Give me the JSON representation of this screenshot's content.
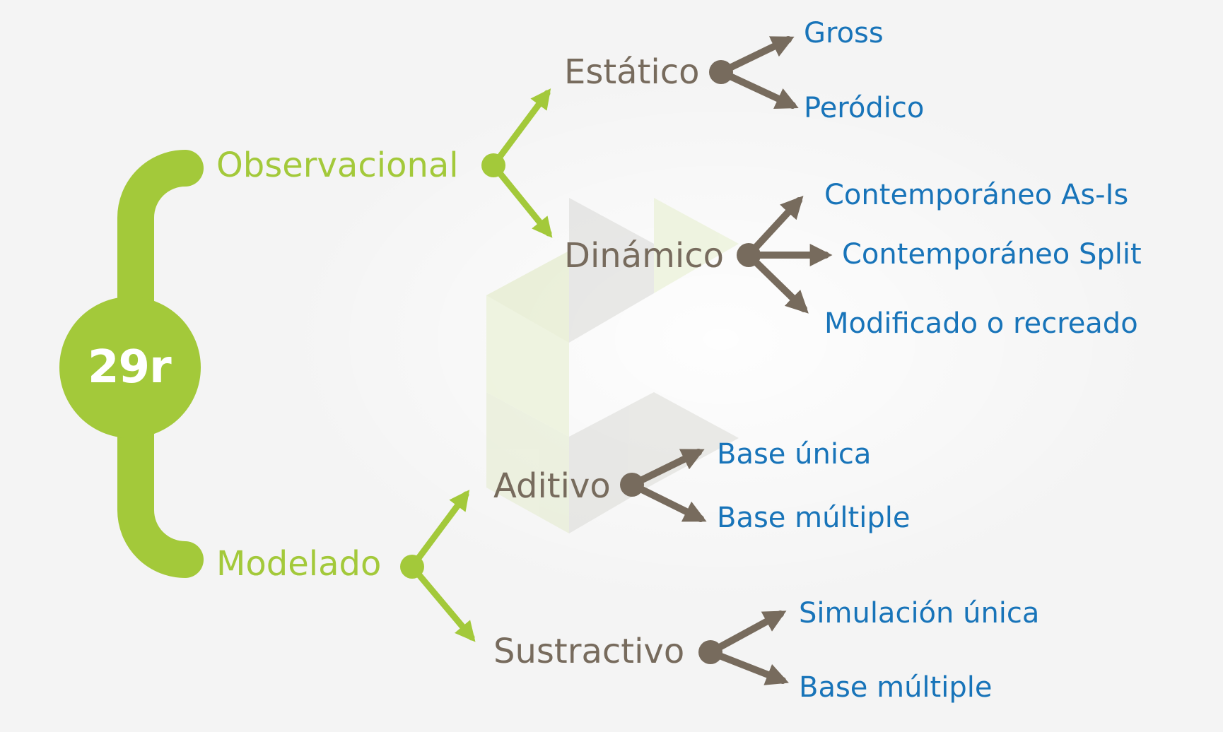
{
  "colors": {
    "green": "#a3c93a",
    "brown": "#776b5d",
    "blue": "#1874b9",
    "white": "#ffffff",
    "background": "#f4f4f4"
  },
  "root": {
    "label": "29r"
  },
  "observacional": {
    "label": "Observacional",
    "estatico": {
      "label": "Estático",
      "items": [
        "Gross",
        "Peródico"
      ]
    },
    "dinamico": {
      "label": "Dinámico",
      "items": [
        "Contemporáneo As-Is",
        "Contemporáneo Split",
        "Modificado o recreado"
      ]
    }
  },
  "modelado": {
    "label": "Modelado",
    "aditivo": {
      "label": "Aditivo",
      "items": [
        "Base única",
        "Base múltiple"
      ]
    },
    "sustractivo": {
      "label": "Sustractivo",
      "items": [
        "Simulación única",
        "Base múltiple"
      ]
    }
  }
}
